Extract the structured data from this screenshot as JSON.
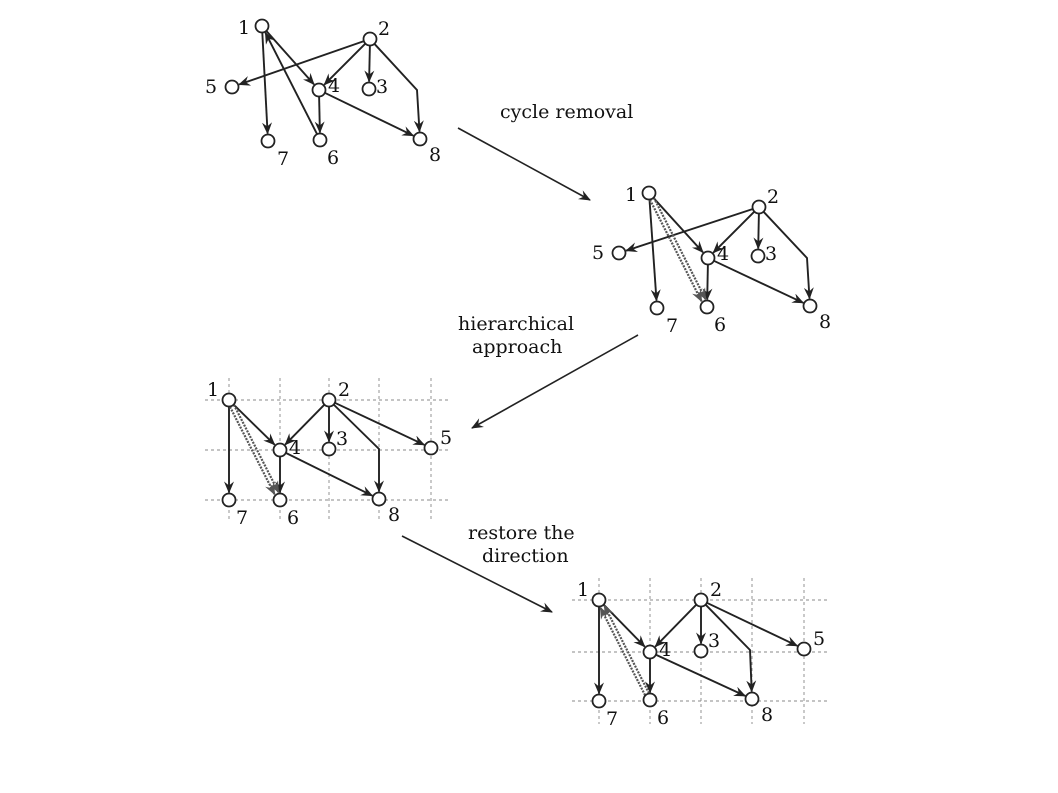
{
  "captions": {
    "cycle_removal": "cycle removal",
    "hierarchical_line1": "hierarchical",
    "hierarchical_line2": "approach",
    "restore_line1": "restore the",
    "restore_line2": "direction"
  },
  "node_labels": [
    "1",
    "2",
    "3",
    "4",
    "5",
    "6",
    "7",
    "8"
  ],
  "panels": [
    {
      "id": "original",
      "grid": false,
      "edges": [
        [
          "1",
          "7"
        ],
        [
          "1",
          "4"
        ],
        [
          "2",
          "5"
        ],
        [
          "2",
          "4"
        ],
        [
          "2",
          "3"
        ],
        [
          "2",
          "8"
        ],
        [
          "4",
          "8"
        ],
        [
          "4",
          "6"
        ],
        [
          "6",
          "1"
        ]
      ],
      "reversed_edges": []
    },
    {
      "id": "cycle-removed",
      "grid": false,
      "edges": [
        [
          "1",
          "7"
        ],
        [
          "1",
          "4"
        ],
        [
          "2",
          "5"
        ],
        [
          "2",
          "4"
        ],
        [
          "2",
          "3"
        ],
        [
          "2",
          "8"
        ],
        [
          "4",
          "8"
        ],
        [
          "4",
          "6"
        ]
      ],
      "reversed_edges": [
        [
          "1",
          "6"
        ]
      ]
    },
    {
      "id": "layered",
      "grid": true,
      "edges": [
        [
          "1",
          "7"
        ],
        [
          "1",
          "4"
        ],
        [
          "2",
          "5"
        ],
        [
          "2",
          "4"
        ],
        [
          "2",
          "3"
        ],
        [
          "2",
          "8"
        ],
        [
          "4",
          "8"
        ],
        [
          "4",
          "6"
        ]
      ],
      "reversed_edges": [
        [
          "1",
          "6"
        ]
      ]
    },
    {
      "id": "restored",
      "grid": true,
      "edges": [
        [
          "1",
          "7"
        ],
        [
          "1",
          "4"
        ],
        [
          "2",
          "5"
        ],
        [
          "2",
          "4"
        ],
        [
          "2",
          "3"
        ],
        [
          "2",
          "8"
        ],
        [
          "4",
          "8"
        ],
        [
          "4",
          "6"
        ]
      ],
      "reversed_edges": [
        [
          "6",
          "1"
        ]
      ]
    }
  ]
}
